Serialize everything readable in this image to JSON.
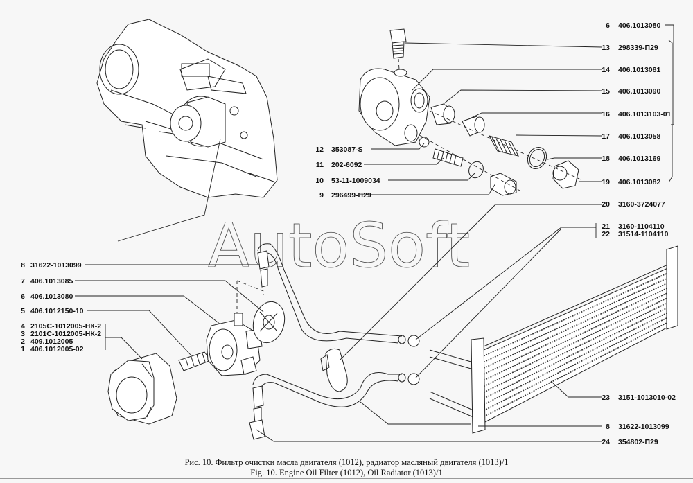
{
  "watermark": "AutoSoft",
  "caption": {
    "ru": "Рис. 10. Фильтр очистки масла двигателя (1012), радиатор масляный двигателя (1013)/1",
    "en": "Fig. 10. Engine Oil Filter (1012), Oil Radiator (1013)/1"
  },
  "labels_right": [
    {
      "num": "6",
      "part": "406.1013080"
    },
    {
      "num": "13",
      "part": "298339-П29"
    },
    {
      "num": "14",
      "part": "406.1013081"
    },
    {
      "num": "15",
      "part": "406.1013090"
    },
    {
      "num": "16",
      "part": "406.1013103-01"
    },
    {
      "num": "17",
      "part": "406.1013058"
    },
    {
      "num": "18",
      "part": "406.1013169"
    },
    {
      "num": "19",
      "part": "406.1013082"
    },
    {
      "num": "20",
      "part": "3160-3724077"
    },
    {
      "num": "21",
      "part": "3160-1104110"
    },
    {
      "num": "22",
      "part": "31514-1104110"
    },
    {
      "num": "23",
      "part": "3151-1013010-02"
    },
    {
      "num": "8",
      "part": "31622-1013099"
    },
    {
      "num": "24",
      "part": "354802-П29"
    }
  ],
  "labels_mid": [
    {
      "num": "12",
      "part": "353087-S"
    },
    {
      "num": "11",
      "part": "202-6092"
    },
    {
      "num": "10",
      "part": "53-11-1009034"
    },
    {
      "num": "9",
      "part": "296499-П29"
    }
  ],
  "labels_left": [
    {
      "num": "8",
      "part": "31622-1013099"
    },
    {
      "num": "7",
      "part": "406.1013085"
    },
    {
      "num": "6",
      "part": "406.1013080"
    },
    {
      "num": "5",
      "part": "406.1012150-10"
    },
    {
      "num": "4",
      "part": "2105С-1012005-НК-2"
    },
    {
      "num": "3",
      "part": "2101С-1012005-НК-2"
    },
    {
      "num": "2",
      "part": "409.1012005"
    },
    {
      "num": "1",
      "part": "406.1012005-02"
    }
  ]
}
